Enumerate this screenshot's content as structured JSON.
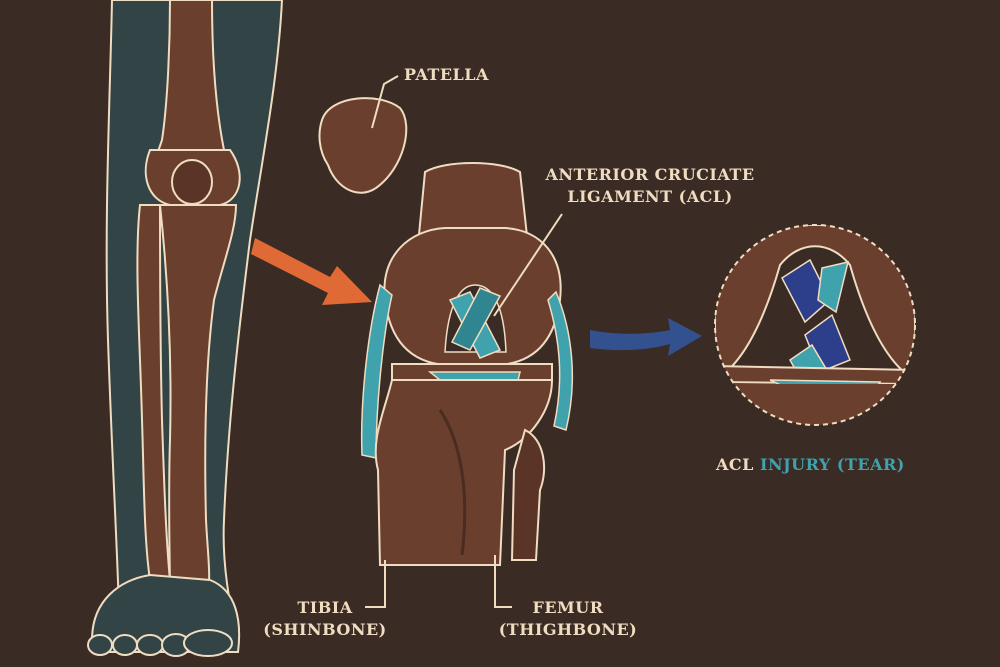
{
  "labels": {
    "patella": "PATELLA",
    "acl_line1": "ANTERIOR CRUCIATE",
    "acl_line2": "LIGAMENT (ACL)",
    "tibia_line1": "TIBIA",
    "tibia_line2": "(SHINBONE)",
    "femur_line1": "FEMUR",
    "femur_line2": "(THIGHBONE)",
    "injury_acl": "ACL",
    "injury_rest": "INJURY (TEAR)"
  },
  "icons": {
    "orange_arrow": "arrow-right-down-icon",
    "blue_arrow": "arrow-right-icon"
  },
  "colors": {
    "background": "#3a2c25",
    "bone": "#6b3f2e",
    "outline": "#f0dcc0",
    "ligament": "#3fa2ad",
    "torn_ligament": "#2d3f8a",
    "orange_arrow": "#e06a36",
    "blue_arrow": "#33508f"
  }
}
